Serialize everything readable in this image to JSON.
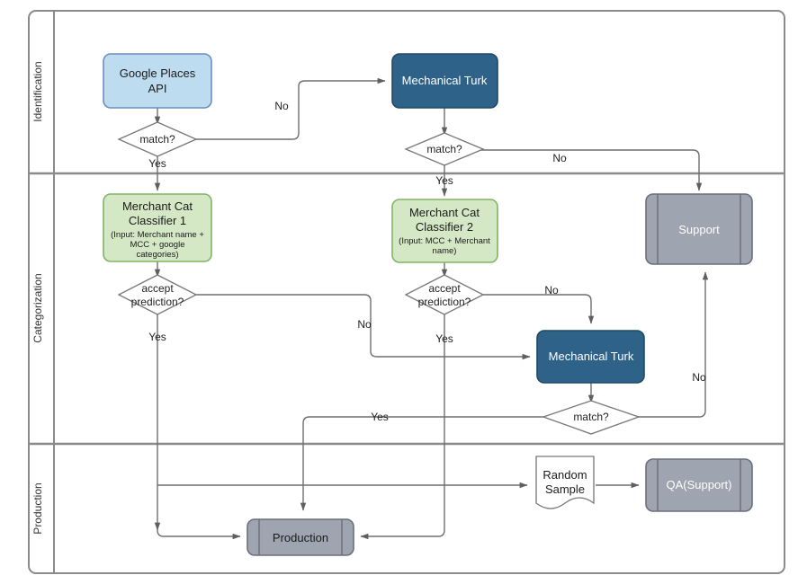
{
  "diagram": {
    "type": "swimlane-flowchart",
    "title": "",
    "colors": {
      "lane_border": "#808080",
      "node_blue_light_fill": "#BEDCF0",
      "node_blue_light_stroke": "#6C8EBF",
      "node_blue_dark_fill": "#2E6288",
      "node_blue_dark_stroke": "#1F4A66",
      "node_green_fill": "#D5E8C6",
      "node_green_stroke": "#82B366",
      "node_gray_fill": "#9EA4B0",
      "node_gray_stroke": "#6B6F7B",
      "diamond_fill": "#FFFFFF",
      "diamond_stroke": "#777777",
      "edge": "#6E6E6E",
      "text_dark": "#1A1A1A",
      "text_light": "#FFFFFF"
    }
  },
  "lanes": [
    {
      "id": "identification",
      "label": "Identification"
    },
    {
      "id": "categorization",
      "label": "Categorization"
    },
    {
      "id": "production",
      "label": "Production"
    }
  ],
  "nodes": {
    "google_places": {
      "label": "Google Places",
      "label2": "API",
      "shape": "rounded-rect",
      "lane": "identification"
    },
    "match_1": {
      "label": "match?",
      "shape": "diamond",
      "lane": "identification"
    },
    "mturk_1": {
      "label": "Mechanical Turk",
      "shape": "rounded-rect",
      "lane": "identification"
    },
    "match_2": {
      "label": "match?",
      "shape": "diamond",
      "lane": "identification"
    },
    "classifier_1": {
      "label": "Merchant Cat",
      "label2": "Classifier 1",
      "sub1": "(Input: Merchant name +",
      "sub2": "MCC + google",
      "sub3": "categories)",
      "shape": "rounded-rect",
      "lane": "categorization"
    },
    "accept_1": {
      "label": "accept",
      "label2": "prediction?",
      "shape": "diamond",
      "lane": "categorization"
    },
    "classifier_2": {
      "label": "Merchant Cat",
      "label2": "Classifier 2",
      "sub1": "(Input: MCC + Merchant",
      "sub2": "name)",
      "sub3": "",
      "shape": "rounded-rect",
      "lane": "categorization"
    },
    "accept_2": {
      "label": "accept",
      "label2": "prediction?",
      "shape": "diamond",
      "lane": "categorization"
    },
    "support": {
      "label": "Support",
      "shape": "process-bar",
      "lane": "categorization"
    },
    "mturk_2": {
      "label": "Mechanical Turk",
      "shape": "rounded-rect",
      "lane": "categorization"
    },
    "match_3": {
      "label": "match?",
      "shape": "diamond",
      "lane": "categorization"
    },
    "random_sample": {
      "label": "Random",
      "label2": "Sample",
      "shape": "document",
      "lane": "production"
    },
    "qa_support": {
      "label": "QA(Support)",
      "shape": "process-bar",
      "lane": "production"
    },
    "production": {
      "label": "Production",
      "shape": "process-bar",
      "lane": "production"
    }
  },
  "edge_labels": {
    "match1_no": "No",
    "match1_yes": "Yes",
    "match2_no": "No",
    "match2_yes": "Yes",
    "accept1_no": "No",
    "accept1_yes": "Yes",
    "accept2_no": "No",
    "accept2_yes": "Yes",
    "match3_no": "No",
    "match3_yes": "Yes"
  }
}
